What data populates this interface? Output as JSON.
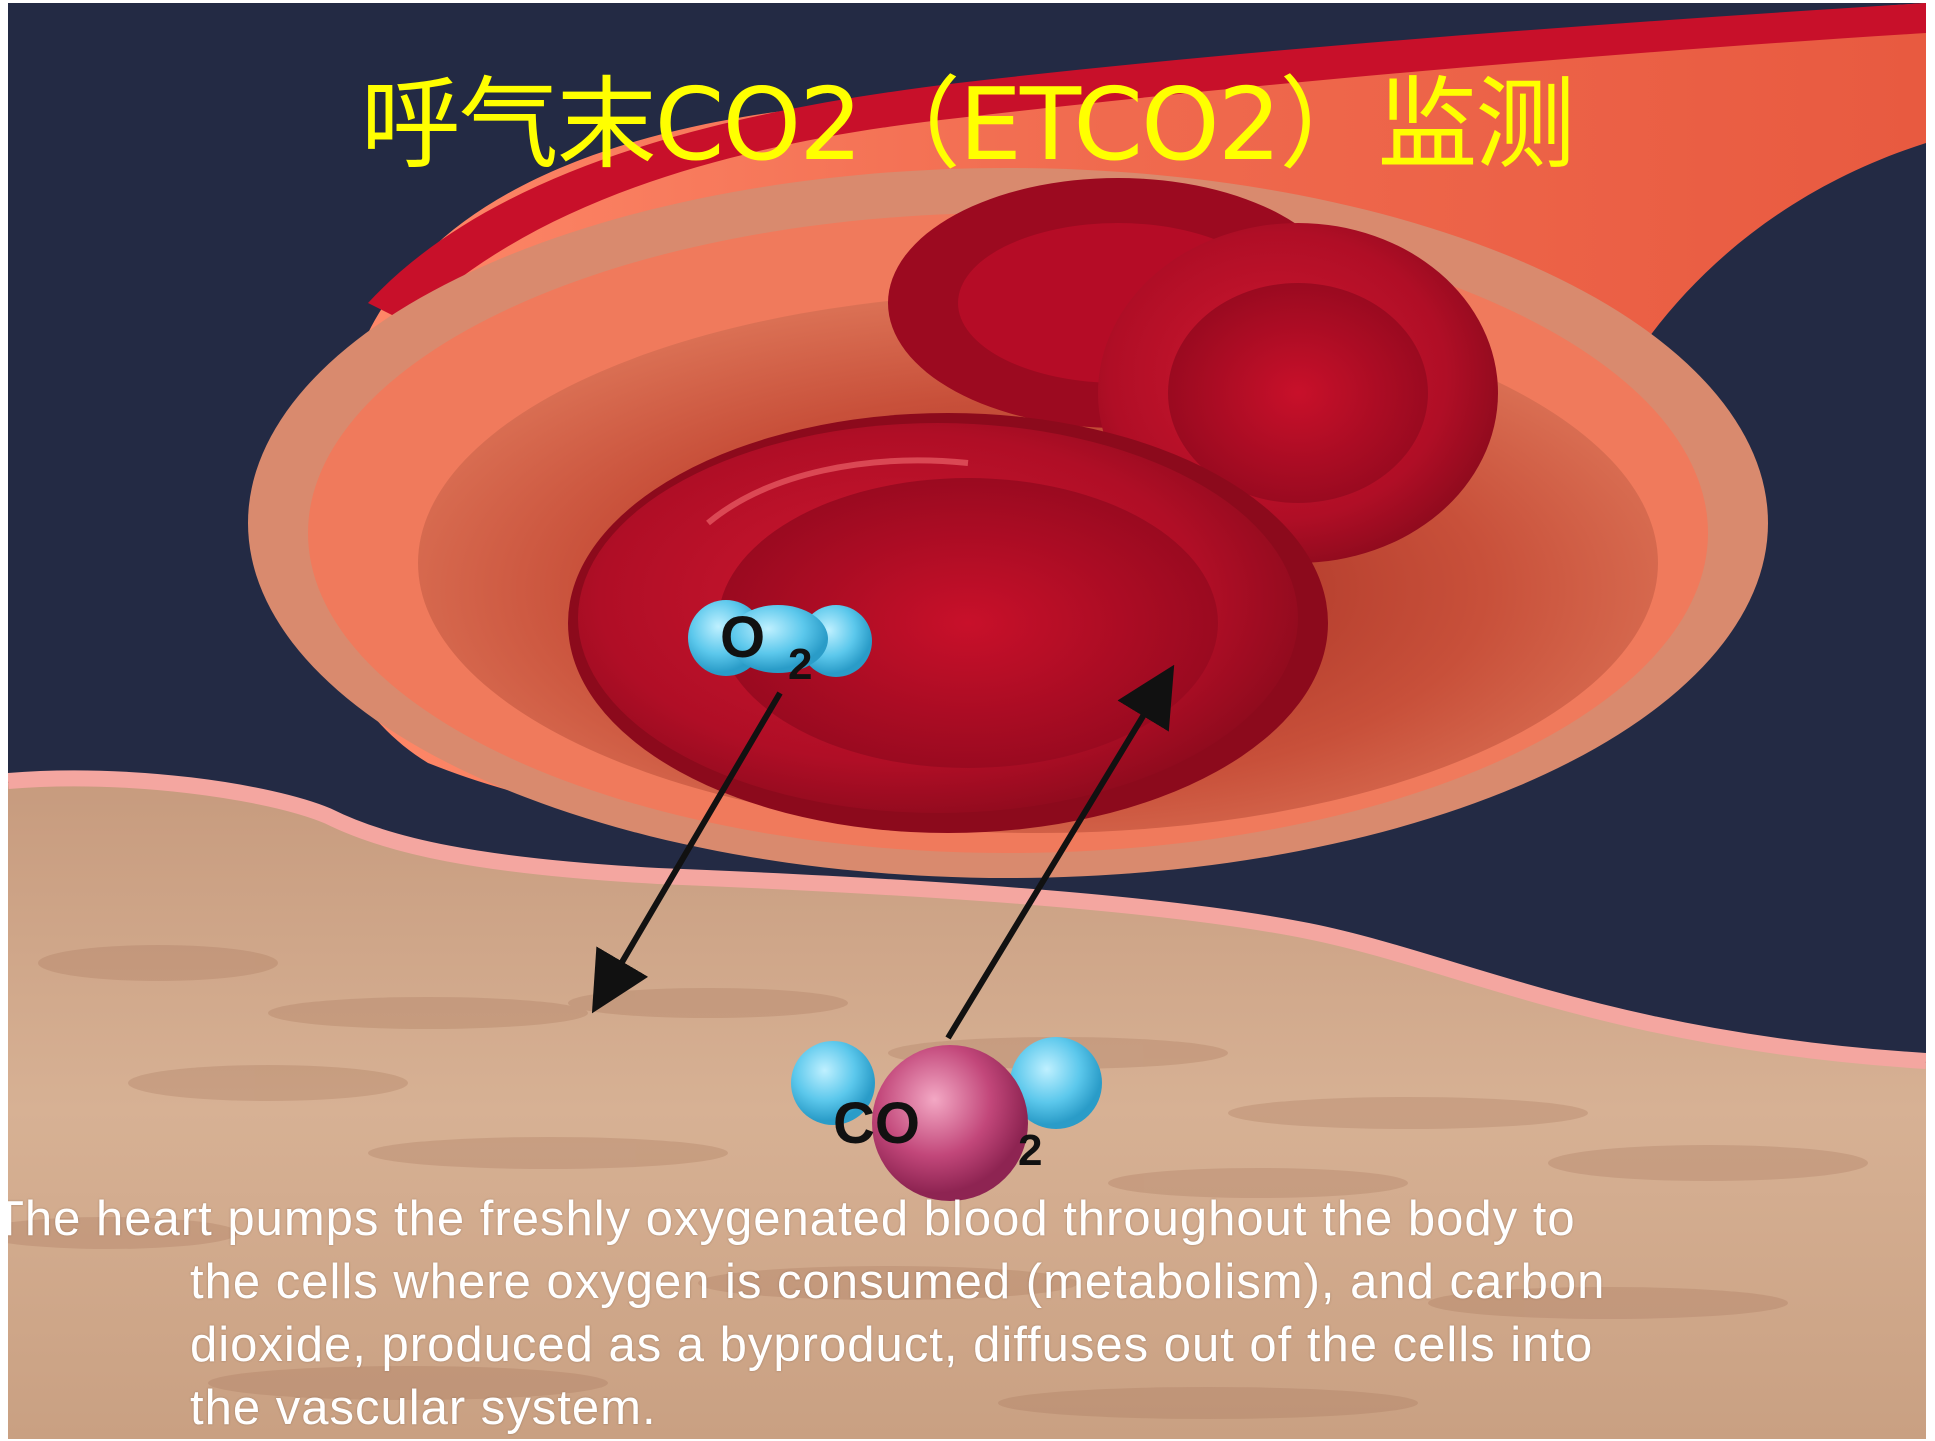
{
  "slide": {
    "title": "呼气末CO2（ETCO2）监测",
    "title_color": "#ffff00",
    "caption_lines": [
      "The heart pumps the freshly oxygenated blood throughout the body to",
      "the cells where oxygen is consumed (metabolism), and carbon",
      "dioxide, produced as a byproduct, diffuses out of the cells into",
      "the vascular system."
    ],
    "caption_color": "#ffffff"
  },
  "molecules": {
    "oxygen": {
      "symbol": "O",
      "subscript": "2"
    },
    "carbon_dioxide": {
      "symbol": "CO",
      "subscript": "2"
    }
  },
  "colors": {
    "background": "#232a44",
    "vessel_wall": "#e8745a",
    "blood_cell": "#c0102a",
    "tissue": "#d9b294",
    "membrane": "#f4a6a0"
  }
}
